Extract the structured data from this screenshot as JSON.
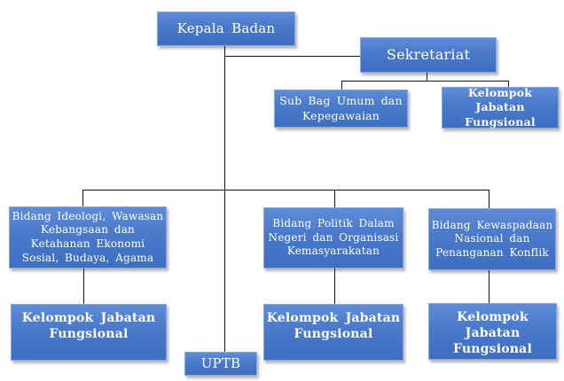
{
  "diagram": {
    "type": "organizational-chart",
    "background": "#ffffff",
    "colors": {
      "box_fill_top": "#5e8cd7",
      "box_fill_bottom": "#3e6ec0",
      "box_border": "#85a8e0",
      "box_text": "#ffffff",
      "connector_line": "#141414"
    },
    "nodes": {
      "kepala_badan": {
        "label": "Kepala Badan"
      },
      "sekretariat": {
        "label": "Sekretariat"
      },
      "sub_bag_umum": {
        "label": "Sub Bag Umum dan\nKepegawaian"
      },
      "kelompok_jabatan_sekretariat": {
        "label": "Kelompok Jabatan\nFungsional"
      },
      "bidang_ideologi": {
        "label": "Bidang Ideologi, Wawasan\nKebangsaan dan\nKetahanan Ekonomi\nSosial, Budaya, Agama"
      },
      "bidang_politik": {
        "label": "Bidang Politik Dalam\nNegeri dan Organisasi\nKemasyarakatan"
      },
      "bidang_kewaspadaan": {
        "label": "Bidang Kewaspadaan\nNasional dan\nPenanganan Konflik"
      },
      "kelompok_jabatan_1": {
        "label": "Kelompok Jabatan\nFungsional"
      },
      "kelompok_jabatan_2": {
        "label": "Kelompok Jabatan\nFungsional"
      },
      "kelompok_jabatan_3": {
        "label": "Kelompok Jabatan\nFungsional"
      },
      "uptb": {
        "label": "UPTB"
      }
    },
    "edges": [
      {
        "from": "kepala_badan",
        "to": "sekretariat"
      },
      {
        "from": "sekretariat",
        "to": "sub_bag_umum"
      },
      {
        "from": "sekretariat",
        "to": "kelompok_jabatan_sekretariat"
      },
      {
        "from": "kepala_badan",
        "to": "bidang_ideologi"
      },
      {
        "from": "kepala_badan",
        "to": "bidang_politik"
      },
      {
        "from": "kepala_badan",
        "to": "bidang_kewaspadaan"
      },
      {
        "from": "bidang_ideologi",
        "to": "kelompok_jabatan_1"
      },
      {
        "from": "bidang_politik",
        "to": "kelompok_jabatan_2"
      },
      {
        "from": "bidang_kewaspadaan",
        "to": "kelompok_jabatan_3"
      },
      {
        "from": "kepala_badan",
        "to": "uptb"
      }
    ]
  }
}
